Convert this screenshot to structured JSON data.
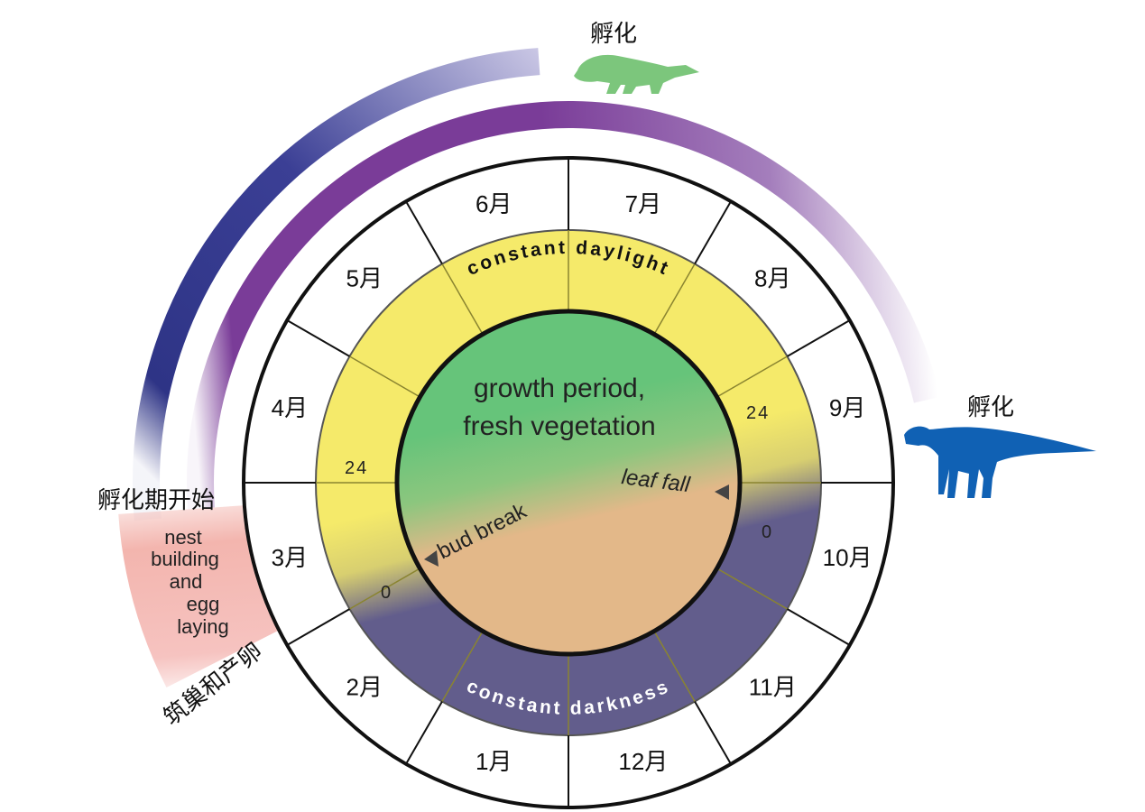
{
  "months": [
    "7月",
    "8月",
    "9月",
    "10月",
    "11月",
    "12月",
    "1月",
    "2月",
    "3月",
    "4月",
    "5月",
    "6月"
  ],
  "ring": {
    "daylight_label": "constant daylight",
    "darkness_label": "constant darkness",
    "hours_24_left": "24",
    "hours_0_left": "0",
    "hours_24_right": "24",
    "hours_0_right": "0"
  },
  "center": {
    "line1": "growth period,",
    "line2": "fresh vegetation",
    "bud_break": "bud break",
    "leaf_fall": "leaf fall"
  },
  "annotations": {
    "hatching_top": "孵化",
    "hatching_right": "孵化",
    "incubation_start": "孵化期开始",
    "nest_lines": [
      "nest",
      "building",
      "and",
      "egg",
      "laying"
    ],
    "nest_cn": "筑巢和产卵"
  },
  "colors": {
    "daylight": "#f5ea6a",
    "darkness": "#625d8c",
    "vegetation": "#66c47a",
    "soil": "#e3b889",
    "arc_blue": "#2e3486",
    "arc_purple": "#7a3c98",
    "nest_pink": "#f3b5ae",
    "dino_green": "#7cc67c",
    "dino_blue": "#1061b4"
  }
}
